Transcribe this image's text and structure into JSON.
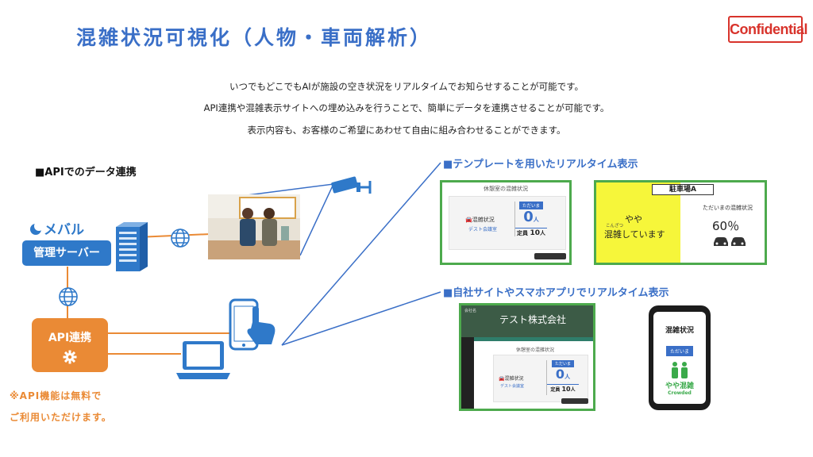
{
  "title": "混雑状況可視化（人物・車両解析）",
  "confidential": "Confidential",
  "intro": [
    "いつでもどこでもAIが施設の空き状況をリアルタイムでお知らせすることが可能です。",
    "API連携や混雑表示サイトへの埋め込みを行うことで、簡単にデータを連携させることが可能です。",
    "表示内容も、お客様のご希望にあわせて自由に組み合わせることができます。"
  ],
  "api_heading": "■APIでのデータ連携",
  "logo_text": "メバル",
  "server_label": "管理サーバー",
  "api_box_label": "API連携",
  "api_note": [
    "※API機能は無料で",
    "ご利用いただけます。"
  ],
  "section_template": "■テンプレートを用いたリアルタイム表示",
  "section_own": "■自社サイトやスマホアプリでリアルタイム表示",
  "template_card": {
    "header": "休憩室の混雑状況",
    "status_label": "混雑状況",
    "place": "デスト会議室",
    "now_label": "ただいま",
    "count": "0",
    "unit": "人",
    "capacity": "定員",
    "capacity_value": "10",
    "capacity_unit": "人"
  },
  "parking_card": {
    "title": "駐車場A",
    "level_top": "やや",
    "ruby": "こんざつ",
    "level_text": "混雑しています",
    "now_label": "ただいまの混雑状況",
    "percent": "60％"
  },
  "website_card": {
    "side_label": "会社名",
    "company": "テスト株式会社",
    "header": "休憩室の混雑状況",
    "status_label": "混雑状況",
    "place": "デスト会議室",
    "now_label": "ただいま",
    "count": "0",
    "unit": "人",
    "capacity": "定員",
    "capacity_value": "10",
    "capacity_unit": "人"
  },
  "phone_card": {
    "title": "混雑状況",
    "now_label": "ただいま",
    "status": "やや混雑",
    "status_en": "Crowded"
  },
  "colors": {
    "title_blue": "#3a6fc7",
    "server_blue": "#2f79c9",
    "api_orange": "#ea8a35",
    "frame_green": "#4daa4d",
    "highlight_yellow": "#f6f63a",
    "crowded_green": "#3aaa4a",
    "confidential_red": "#d8332b"
  }
}
